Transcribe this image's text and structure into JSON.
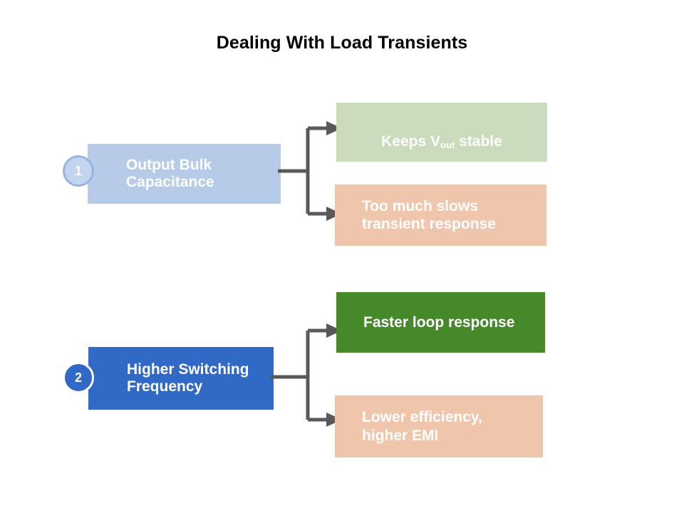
{
  "slide": {
    "title": "Dealing With Load Transients",
    "background_color": "#ffffff"
  },
  "colors": {
    "step1_box": "#b6cbe8",
    "step1_badge_fill": "#c3d4ee",
    "step1_badge_ring": "#97b5e0",
    "step2_box": "#3169c6",
    "step2_badge_fill": "#3169c6",
    "step2_badge_ring": "#ffffff",
    "outcome_light_green": "#cadcbc",
    "outcome_dark_green": "#46892a",
    "outcome_peach": "#efc6ab",
    "connector": "#595959",
    "text_on_box": "#ffffff",
    "title_text": "#000000"
  },
  "steps": [
    {
      "number": "1",
      "label": "Output Bulk\nCapacitance",
      "outcomes": [
        {
          "text_pre": "Keeps V",
          "subscript": "out",
          "text_post": " stable",
          "tone": "positive"
        },
        {
          "text": "Too much slows\ntransient response",
          "tone": "negative"
        }
      ]
    },
    {
      "number": "2",
      "label": "Higher Switching\nFrequency",
      "outcomes": [
        {
          "text": "Faster loop response",
          "tone": "positive"
        },
        {
          "text": "Lower efficiency,\nhigher EMI",
          "tone": "negative"
        }
      ]
    }
  ],
  "connectors": {
    "branch_icon": "branch-split-arrow-icon",
    "arrow_icon": "arrow-right-icon"
  }
}
